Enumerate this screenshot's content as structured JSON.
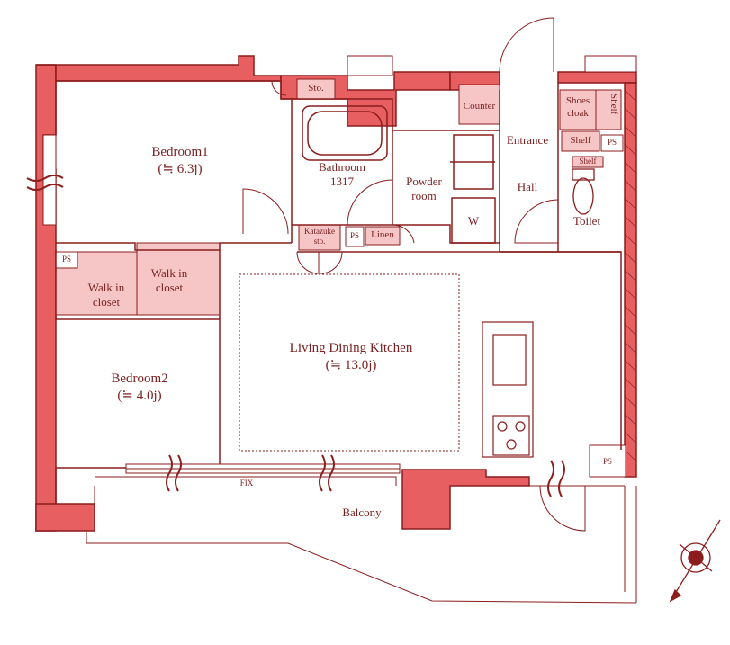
{
  "rooms": {
    "bedroom1": {
      "name": "Bedroom1",
      "size": "(≒ 6.3j)"
    },
    "bedroom2": {
      "name": "Bedroom2",
      "size": "(≒ 4.0j)"
    },
    "ldk": {
      "name": "Living Dining Kitchen",
      "size": "(≒ 13.0j)"
    },
    "bathroom": {
      "name": "Bathroom",
      "code": "1317"
    },
    "powder": {
      "name": "Powder room"
    },
    "entrance": {
      "name": "Entrance"
    },
    "hall": {
      "name": "Hall"
    },
    "toilet": {
      "name": "Toilet"
    },
    "balcony": {
      "name": "Balcony"
    },
    "wic1": {
      "name": "Walk in closet"
    },
    "wic2": {
      "name": "Walk in closet"
    }
  },
  "storage": {
    "sto": "Sto.",
    "counter": "Counter",
    "shoes_cloak": "Shoes cloak",
    "shelf_v": "Shelf",
    "shelf_h": "Shelf",
    "shelf_toilet": "Shelf",
    "katazuke": "Katazuke sto.",
    "linen": "Linen",
    "washer": "W",
    "ps": "PS",
    "fix": "FIX"
  },
  "colors": {
    "wall": "#e85f62",
    "line": "#8b1d1d",
    "fill": "#f6c6c6",
    "text": "#7a1f1f"
  },
  "icons": [
    "compass-icon",
    "stove-icon",
    "bathtub-icon",
    "toilet-icon"
  ]
}
